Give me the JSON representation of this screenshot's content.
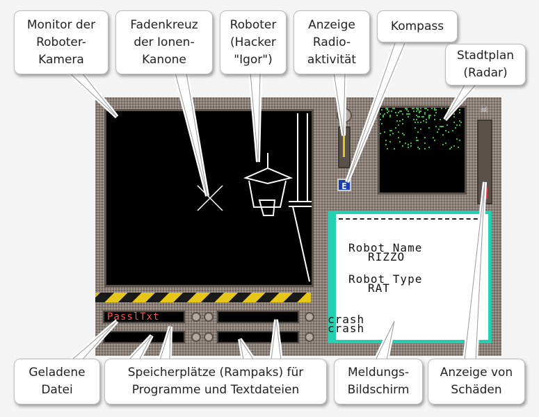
{
  "callouts": {
    "camera": "Monitor der\nRoboter-\nKamera",
    "crosshair": "Fadenkreuz\nder Ionen-\nKanone",
    "robot": "Roboter\n(Hacker\n\"Igor\")",
    "radio": "Anzeige\nRadio-\naktivität",
    "compass": "Kompass",
    "map": "Stadtplan\n(Radar)",
    "file": "Geladene\nDatei",
    "slots": "Speicherplätze (Rampaks) für\nProgramme und Textdateien",
    "messages": "Meldungs-\nBildschirm",
    "damage": "Anzeige von\nSchäden"
  },
  "game": {
    "loaded_file": "PasslTxt",
    "compass_heading": "E",
    "message_screen": {
      "name_label": "Robot Name",
      "name_value": "RIZZO",
      "type_label": "Robot Type",
      "type_value": "RAT",
      "log": [
        "crash",
        "crash"
      ]
    },
    "damage_level": 0.15,
    "radioactivity_level": 0.8
  },
  "colors": {
    "panel": "#8a7f77",
    "message_border": "#25cfb1",
    "hazard_yellow": "#e6c619",
    "radar_green": "#2fbf3a",
    "damage_red": "#e83a3a",
    "compass_blue": "#1b3fb0",
    "file_text": "#ff5555"
  }
}
